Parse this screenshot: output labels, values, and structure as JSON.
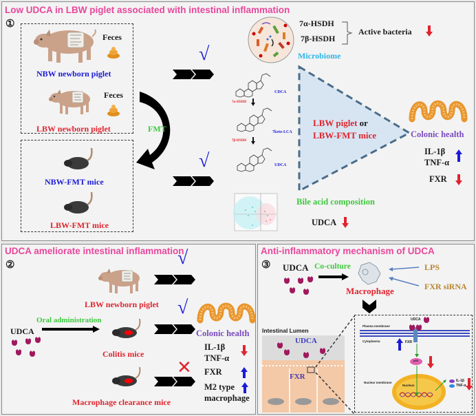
{
  "panel1": {
    "title": "Low UDCA in LBW piglet associated with intestinal inflammation",
    "number": "①",
    "nbw_piglet": "NBW newborn piglet",
    "lbw_piglet": "LBW newborn piglet",
    "feces_1": "Feces",
    "feces_2": "Feces",
    "fmt": "FMT",
    "nbw_mice": "NBW-FMT mice",
    "lbw_mice": "LBW-FMT mice",
    "check_1": "√",
    "check_2": "√",
    "hsdh_alpha": "7α-HSDH",
    "hsdh_beta": "7β-HSDH",
    "active_bacteria": "Active bacteria",
    "microbiome": "Microbiome",
    "bile_acids": {
      "cdca": "CDCA",
      "enzyme_1": "7α-HSDH",
      "keto_lca": "7keto-LCA",
      "enzyme_2": "7β-HSDH",
      "udca": "UDCA"
    },
    "triangle_label_1": "LBW piglet",
    "triangle_label_or": " or",
    "triangle_label_2": "LBW-FMT mice",
    "colonic_health": "Colonic health",
    "il1b": "IL-1β",
    "tnfa": "TNF-α",
    "fxr": "FXR",
    "bile_acid_composition": "Bile acid composition",
    "udca_label": "UDCA"
  },
  "panel2": {
    "title": "UDCA ameliorate intestinal inflammation",
    "number": "②",
    "lbw_piglet": "LBW newborn piglet",
    "oral_admin": "Oral administration",
    "udca": "UDCA",
    "colitis_mice": "Colitis mice",
    "macrophage_clearance": "Macrophage clearance mice",
    "colonic_health": "Colonic health",
    "il1b": "IL-1β",
    "tnfa": "TNF-α",
    "fxr": "FXR",
    "m2_type": "M2 type",
    "macrophage": "macrophage",
    "check": "√",
    "cross": "✕"
  },
  "panel3": {
    "title": "Anti-inflammatory mechanism of UDCA",
    "number": "③",
    "udca": "UDCA",
    "coculture": "Co-culture",
    "lps": "LPS",
    "fxr_sirna": "FXR siRNA",
    "macrophage": "Macrophage",
    "intestinal_lumen": "Intestinal Lumen",
    "lumen_udca": "UDCA",
    "lumen_fxr": "FXR",
    "detail": {
      "udca": "UDCA",
      "plasma_membrane": "Plasma membrane",
      "cytoplasm": "Cytoplasma",
      "fxr": "FXR",
      "p65": "p65",
      "nuclear_membrane": "Nuclear membrane",
      "nucleus": "Nucleus",
      "il1b": "IL-1β",
      "tnfa": "TNF-α"
    }
  },
  "colors": {
    "title_pink": "#e8479c",
    "up_blue": "#1b1bd6",
    "down_red": "#e0242e"
  }
}
